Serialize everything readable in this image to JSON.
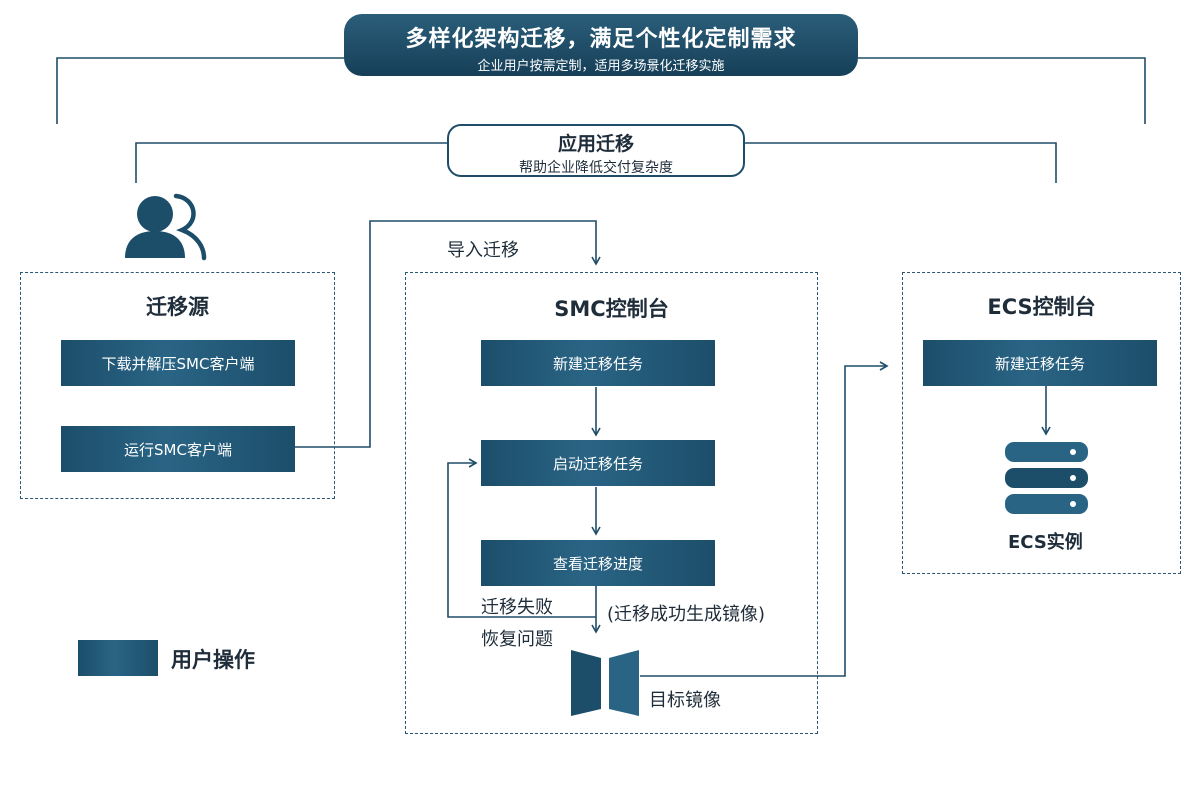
{
  "banner": {
    "title": "多样化架构迁移，满足个性化定制需求",
    "subtitle": "企业用户按需定制，适用多场景化迁移实施"
  },
  "app_migration": {
    "title": "应用迁移",
    "subtitle": "帮助企业降低交付复杂度"
  },
  "source_panel": {
    "title": "迁移源",
    "btn_download": "下载并解压SMC客户端",
    "btn_run": "运行SMC客户端"
  },
  "import_label": "导入迁移",
  "smc_panel": {
    "title": "SMC控制台",
    "btn_new": "新建迁移任务",
    "btn_start": "启动迁移任务",
    "btn_progress": "查看迁移进度",
    "fail_line1": "迁移失败",
    "fail_line2": "恢复问题",
    "success_label": "(迁移成功生成镜像)",
    "image_label": "目标镜像"
  },
  "ecs_panel": {
    "title": "ECS控制台",
    "btn_new": "新建迁移任务",
    "instance_label": "ECS实例"
  },
  "legend": {
    "label": "用户操作"
  },
  "colors": {
    "primary": "#1c4e6a",
    "accent": "#2a6485",
    "line": "#1f4d68"
  }
}
